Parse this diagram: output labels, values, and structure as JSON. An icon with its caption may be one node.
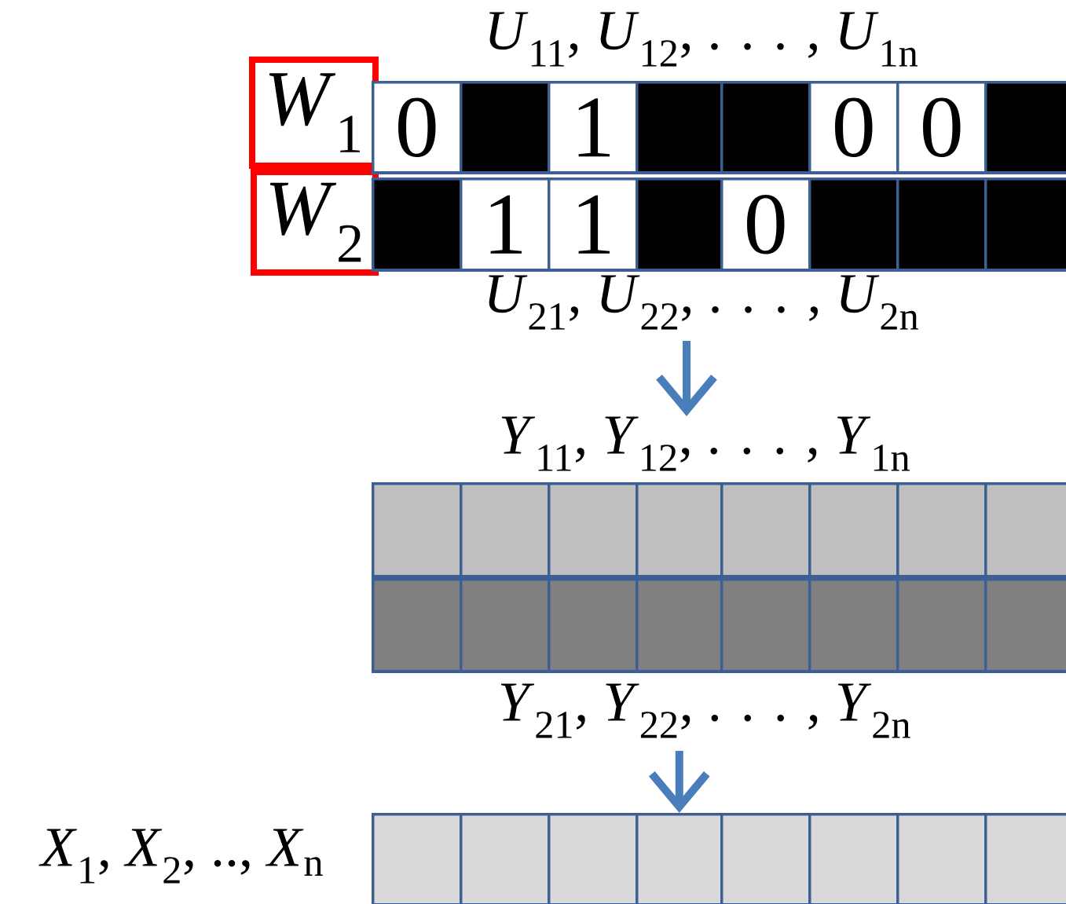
{
  "diagram": {
    "nodes": [
      {
        "text": [
          "*W*$_{1}$"
        ]
      },
      {
        "text": [
          "*W*$_{2}$"
        ]
      },
      {
        "text": [
          "*U*$_{11}$, *U*$_{12}$, . . . , *U*$_{1n}$"
        ]
      },
      {
        "text": [
          "0"
        ],
        "in": 2
      },
      {
        "text": [],
        "shape": "box",
        "in": 2
      },
      {
        "text": [
          "1"
        ],
        "in": 2
      },
      {
        "text": [],
        "shape": "box",
        "in": 2
      },
      {
        "text": [],
        "shape": "box",
        "in": 2
      },
      {
        "text": [
          "0"
        ],
        "in": 2
      },
      {
        "text": [
          "0"
        ],
        "in": 2
      },
      {
        "text": [],
        "shape": "box",
        "in": 2
      },
      {
        "text": [
          "*U*$_{21}$, *U*$_{22}$, . . . , *U*$_{2n}$"
        ]
      },
      {
        "text": [],
        "shape": "box",
        "in": 11
      },
      {
        "text": [
          "1"
        ],
        "in": 11
      },
      {
        "text": [
          "1"
        ],
        "in": 11
      },
      {
        "text": [],
        "shape": "box",
        "in": 11
      },
      {
        "text": [
          "0"
        ],
        "in": 11
      },
      {
        "text": [],
        "shape": "box",
        "in": 11
      },
      {
        "text": [],
        "shape": "box",
        "in": 11
      },
      {
        "text": [],
        "shape": "box",
        "in": 11
      },
      {
        "text": [
          "*Y*$_{11}$, *Y*$_{12}$, . . . , *Y*$_{1n}$"
        ]
      },
      {
        "text": [],
        "shape": "box",
        "in": 20
      },
      {
        "text": [],
        "shape": "box",
        "in": 20
      },
      {
        "text": [],
        "shape": "box",
        "in": 20
      },
      {
        "text": [],
        "shape": "box",
        "in": 20
      },
      {
        "text": [],
        "shape": "box",
        "in": 20
      },
      {
        "text": [],
        "shape": "box",
        "in": 20
      },
      {
        "text": [],
        "shape": "box",
        "in": 20
      },
      {
        "text": [],
        "shape": "box",
        "in": 20
      },
      {
        "text": [
          "*Y*$_{21}$, *Y*$_{22}$, . . . , *Y*$_{2n}$"
        ]
      },
      {
        "text": [],
        "shape": "box",
        "in": 29
      },
      {
        "text": [],
        "shape": "box",
        "in": 29
      },
      {
        "text": [],
        "shape": "box",
        "in": 29
      },
      {
        "text": [],
        "shape": "box",
        "in": 29
      },
      {
        "text": [],
        "shape": "box",
        "in": 29
      },
      {
        "text": [],
        "shape": "box",
        "in": 29
      },
      {
        "text": [],
        "shape": "box",
        "in": 29
      },
      {
        "text": [],
        "shape": "box",
        "in": 29
      },
      {
        "text": [],
        "shape": "box"
      },
      {
        "text": [],
        "shape": "box"
      },
      {
        "text": [],
        "shape": "box"
      },
      {
        "text": [],
        "shape": "box"
      },
      {
        "text": [],
        "shape": "box"
      },
      {
        "text": [],
        "shape": "box"
      },
      {
        "text": [],
        "shape": "box"
      },
      {
        "text": [],
        "shape": "box"
      }
    ],
    "edges": [
      {
        "from": 11,
        "to": 20,
        "arrow": "to"
      },
      {
        "from": 29,
        "to": 41,
        "arrow": "to"
      }
    ],
    "labels": [
      "*X*$_{1}$, *X*$_{2}$, .., *X*$_{n}$"
    ]
  }
}
